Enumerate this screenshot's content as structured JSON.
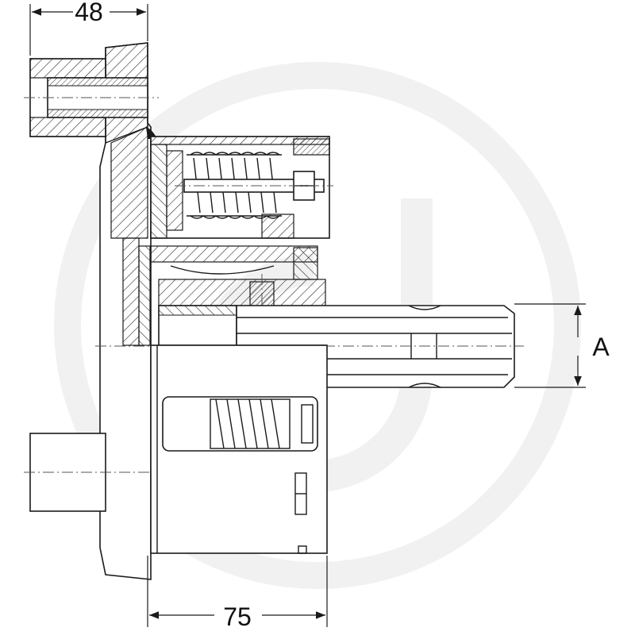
{
  "dimensions": {
    "top_width": "48",
    "bottom_width": "75",
    "shaft_diameter": "A"
  },
  "colors": {
    "line": "#1a1a1a",
    "watermark": "#f1f1f1"
  }
}
